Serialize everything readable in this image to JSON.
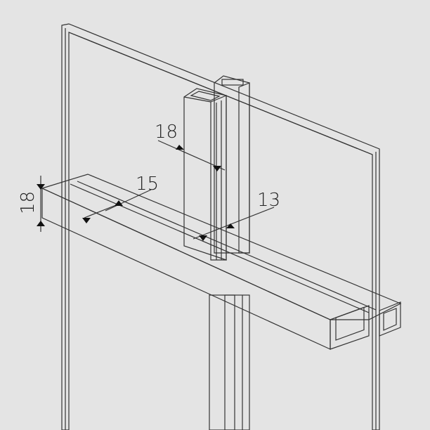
{
  "dimensions": {
    "post_depth": "18",
    "beam_width": "15",
    "post_width": "13",
    "beam_height": "18"
  },
  "colors": {
    "background": "#e4e4e4",
    "part_face": "#cfcfcf",
    "part_shade": "#bdbdbd",
    "line": "#333333"
  }
}
